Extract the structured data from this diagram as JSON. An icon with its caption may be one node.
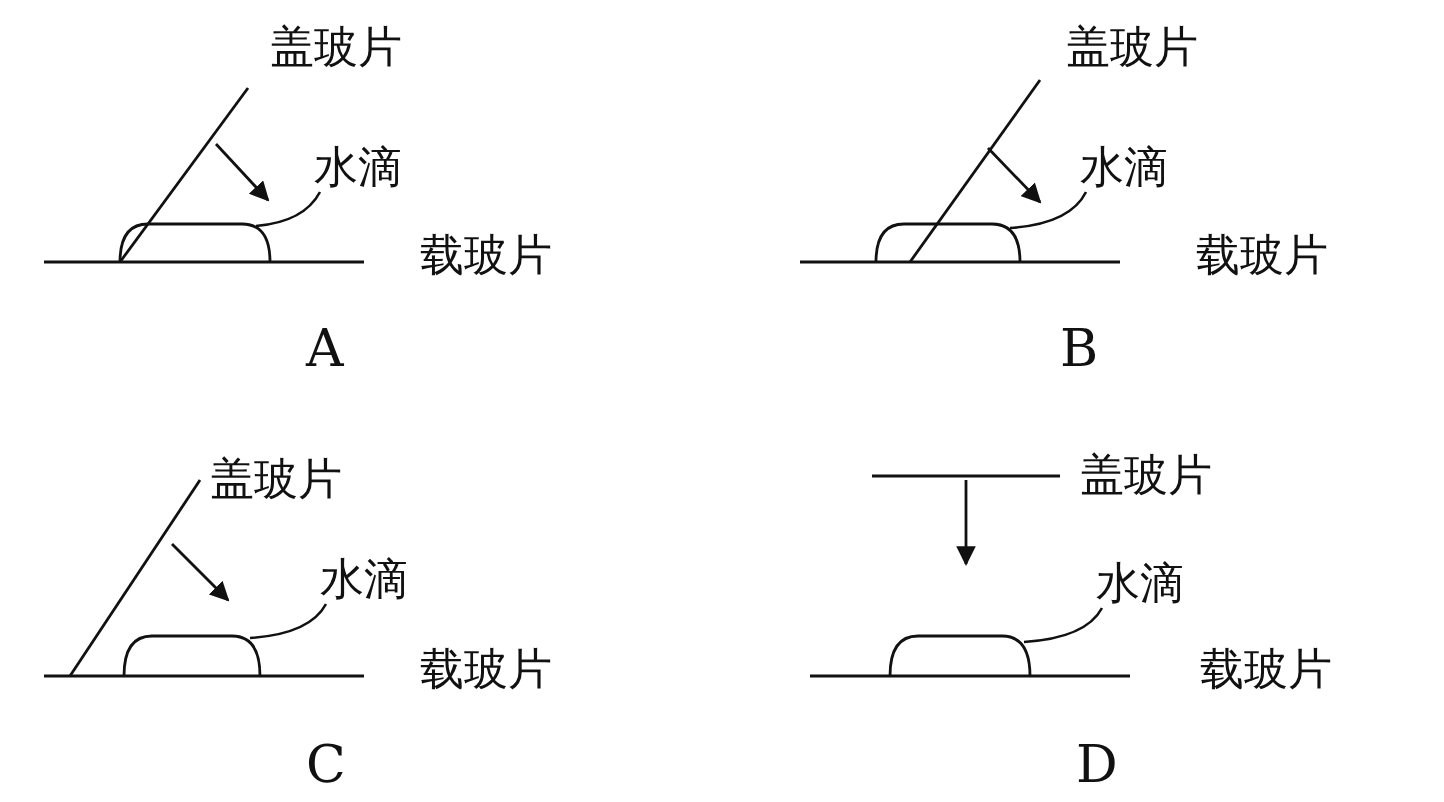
{
  "diagram": {
    "nodes": [
      {
        "text": [
          "水滴"
        ]
      },
      {
        "text": [],
        "shape": "drop"
      },
      {
        "text": [
          "水滴"
        ]
      },
      {
        "text": [],
        "shape": "drop"
      },
      {
        "text": [
          "水滴"
        ]
      },
      {
        "text": [],
        "shape": "drop"
      },
      {
        "text": [
          "水滴"
        ]
      },
      {
        "text": [],
        "shape": "drop"
      }
    ],
    "edges": [
      {
        "from": 0,
        "to": 1,
        "arrow": "none"
      },
      {
        "from": 2,
        "to": 3,
        "arrow": "none"
      },
      {
        "from": 4,
        "to": 5,
        "arrow": "none"
      },
      {
        "from": 6,
        "to": 7,
        "arrow": "none"
      }
    ],
    "labels": [
      "盖玻片",
      "载玻片",
      "A",
      "盖玻片",
      "载玻片",
      "B",
      "盖玻片",
      "载玻片",
      "C",
      "盖玻片",
      "载玻片",
      "D"
    ]
  }
}
